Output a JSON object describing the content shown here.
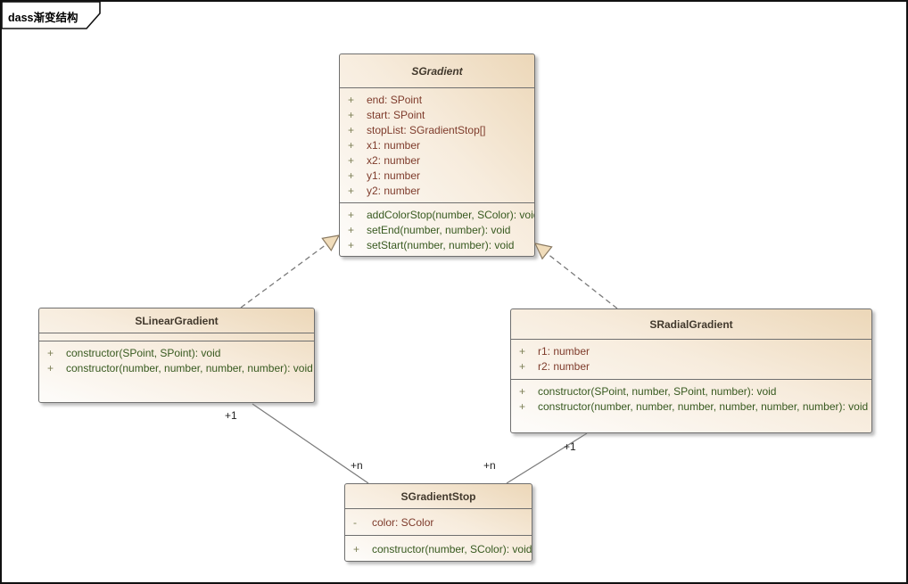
{
  "frame": {
    "label": "dass渐变结构"
  },
  "colors": {
    "box_fill_dark": "#ecd7b8",
    "box_fill_light": "#fdfbf8",
    "box_border": "#6f6f6f",
    "title_text": "#41382c",
    "attribute_text": "#7e3b2b",
    "method_text": "#37591f",
    "visibility_marker": "#7c7f55",
    "connector": "#7a7a7a",
    "arrowhead_fill": "#f0dcba",
    "frame_border": "#111111"
  },
  "classes": {
    "sgradient": {
      "name": "SGradient",
      "abstract": true,
      "attributes": [
        {
          "vis": "+",
          "text": "end: SPoint"
        },
        {
          "vis": "+",
          "text": "start: SPoint"
        },
        {
          "vis": "+",
          "text": "stopList: SGradientStop[]"
        },
        {
          "vis": "+",
          "text": "x1: number"
        },
        {
          "vis": "+",
          "text": "x2: number"
        },
        {
          "vis": "+",
          "text": "y1: number"
        },
        {
          "vis": "+",
          "text": "y2: number"
        }
      ],
      "methods": [
        {
          "vis": "+",
          "text": "addColorStop(number, SColor): void"
        },
        {
          "vis": "+",
          "text": "setEnd(number, number): void"
        },
        {
          "vis": "+",
          "text": "setStart(number, number): void"
        }
      ]
    },
    "slineargradient": {
      "name": "SLinearGradient",
      "abstract": false,
      "attributes": [],
      "methods": [
        {
          "vis": "+",
          "text": "constructor(SPoint, SPoint): void"
        },
        {
          "vis": "+",
          "text": "constructor(number, number, number, number): void"
        }
      ]
    },
    "sradialgradient": {
      "name": "SRadialGradient",
      "abstract": false,
      "attributes": [
        {
          "vis": "+",
          "text": "r1: number"
        },
        {
          "vis": "+",
          "text": "r2: number"
        }
      ],
      "methods": [
        {
          "vis": "+",
          "text": "constructor(SPoint, number, SPoint, number): void"
        },
        {
          "vis": "+",
          "text": "constructor(number, number, number, number, number, number): void"
        }
      ]
    },
    "sgradientstop": {
      "name": "SGradientStop",
      "abstract": false,
      "attributes": [
        {
          "vis": "-",
          "text": "color: SColor"
        }
      ],
      "methods": [
        {
          "vis": "+",
          "text": "constructor(number, SColor): void"
        }
      ]
    }
  },
  "relations": {
    "linear_generalizes_gradient": {
      "type": "generalization",
      "from": "SLinearGradient",
      "to": "SGradient"
    },
    "radial_generalizes_gradient": {
      "type": "generalization",
      "from": "SRadialGradient",
      "to": "SGradient"
    },
    "linear_to_stop": {
      "type": "association",
      "from": "SLinearGradient",
      "to": "SGradientStop",
      "source_mult": "+1",
      "target_mult": "+n"
    },
    "radial_to_stop": {
      "type": "association",
      "from": "SRadialGradient",
      "to": "SGradientStop",
      "source_mult": "+1",
      "target_mult": "+n"
    }
  }
}
